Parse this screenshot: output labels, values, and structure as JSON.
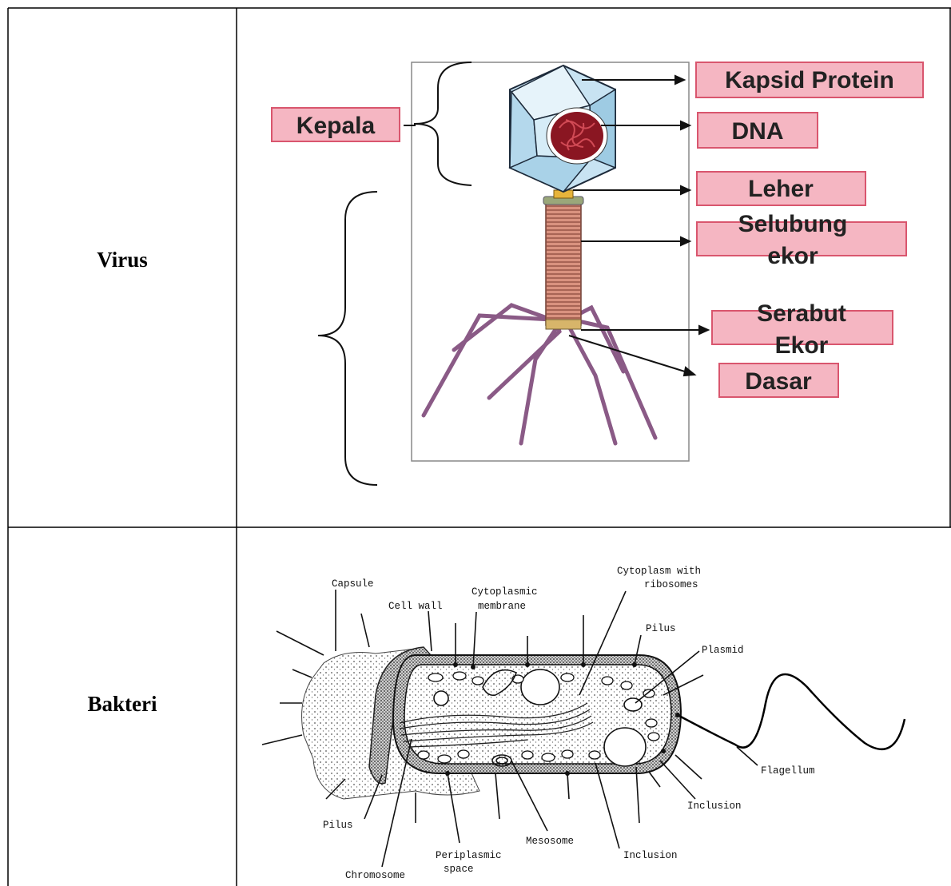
{
  "rows": [
    {
      "label": "Virus",
      "diagram": {
        "labels": {
          "kapsid": "Kapsid Protein",
          "dna": "DNA",
          "leher": "Leher",
          "selubung_1": "Selubung",
          "selubung_2": "ekor",
          "serabut_1": "Serabut",
          "serabut_2": "Ekor",
          "dasar": "Dasar",
          "kepala": "Kepala"
        },
        "colors": {
          "label_fill": "#f5b6c2",
          "label_border": "#d9566e",
          "capsid": "#bfdcee",
          "dna": "#8a1622",
          "tail": "#d9927f",
          "fiber": "#8a5a86"
        }
      }
    },
    {
      "label": "Bakteri",
      "diagram": {
        "labels": {
          "capsule": "Capsule",
          "cell_wall": "Cell wall",
          "cyto_mem_1": "Cytoplasmic",
          "cyto_mem_2": "membrane",
          "cytoplasm_1": "Cytoplasm with",
          "cytoplasm_2": "ribosomes",
          "pilus_top": "Pilus",
          "plasmid": "Plasmid",
          "flagellum": "Flagellum",
          "inclusion_right": "Inclusion",
          "inclusion_bottom": "Inclusion",
          "mesosome": "Mesosome",
          "periplasmic_1": "Periplasmic",
          "periplasmic_2": "space",
          "pilus_bottom": "Pilus",
          "chromosome": "Chromosome"
        }
      }
    }
  ]
}
